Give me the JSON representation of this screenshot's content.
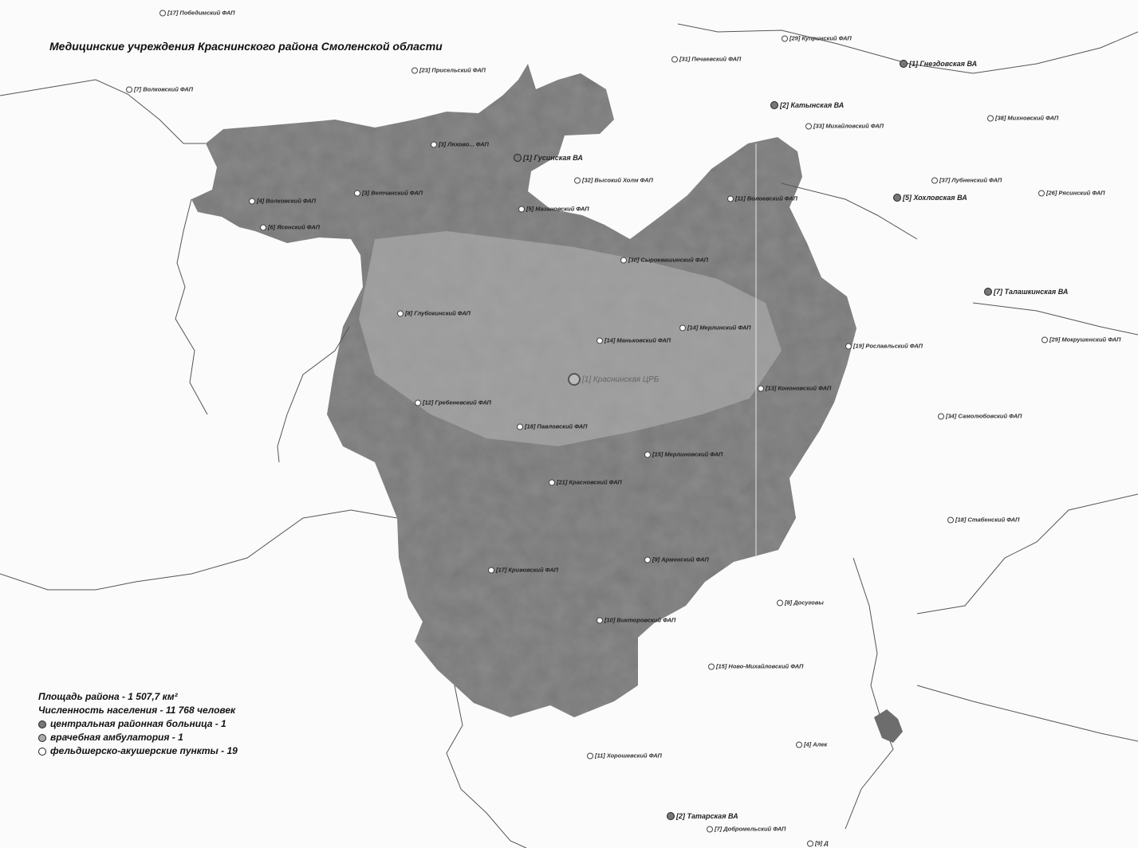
{
  "title": "Медицинские учреждения Краснинского района Смоленской области",
  "labels_inside": [
    {
      "text": "[3] Ляхово... ФАП",
      "kind": "fap"
    },
    {
      "text": "[1] Гусинская ВА",
      "kind": "ba"
    },
    {
      "text": "[4] Волковский ФАП",
      "kind": "fap"
    },
    {
      "text": "[3] Ветчанский ФАП",
      "kind": "fap"
    },
    {
      "text": "[6] Ясенский ФАП",
      "kind": "fap"
    },
    {
      "text": "[5] Мазановский ФАП",
      "kind": "fap"
    },
    {
      "text": "[11] Волоевский ФАП",
      "kind": "fap"
    },
    {
      "text": "[30] Сыроквашинский ФАП",
      "kind": "fap"
    },
    {
      "text": "[8] Глубокинский ФАП",
      "kind": "fap"
    },
    {
      "text": "[14] Мерлинский ФАП",
      "kind": "fap"
    },
    {
      "text": "[14] Маньковский ФАП",
      "kind": "fap"
    },
    {
      "text": "[1] Краснинская ЦРБ",
      "kind": "crb"
    },
    {
      "text": "[13] Кононовский ФАП",
      "kind": "fap"
    },
    {
      "text": "[12] Гребеневский ФАП",
      "kind": "fap"
    },
    {
      "text": "[18] Павловский ФАП",
      "kind": "fap"
    },
    {
      "text": "[15] Мерлиновский ФАП",
      "kind": "fap"
    },
    {
      "text": "[21] Красновский ФАП",
      "kind": "fap"
    },
    {
      "text": "[17] Кривовский ФАП",
      "kind": "fap"
    },
    {
      "text": "[9] Арменский ФАП",
      "kind": "fap"
    },
    {
      "text": "[10] Викторовский ФАП",
      "kind": "fap"
    }
  ],
  "labels_outside": [
    {
      "text": "[17] Победимский ФАП",
      "kind": "fap"
    },
    {
      "text": "[7] Волковский ФАП",
      "kind": "fap"
    },
    {
      "text": "[23] Присельский ФАП",
      "kind": "fap"
    },
    {
      "text": "[31] Печаевский ФАП",
      "kind": "fap"
    },
    {
      "text": "[29] Купринский ФАП",
      "kind": "fap"
    },
    {
      "text": "[1] Гнездовская ВА",
      "kind": "ba"
    },
    {
      "text": "[2] Катынская ВА",
      "kind": "ba"
    },
    {
      "text": "[33] Михайловский ФАП",
      "kind": "fap"
    },
    {
      "text": "[38] Михновский ФАП",
      "kind": "fap"
    },
    {
      "text": "[32] Высокий Холм ФАП",
      "kind": "fap"
    },
    {
      "text": "[37] Лубненский ФАП",
      "kind": "fap"
    },
    {
      "text": "[5] Хохловская ВА",
      "kind": "ba"
    },
    {
      "text": "[26] Рясинский ФАП",
      "kind": "fap"
    },
    {
      "text": "[7] Талашкинская ВА",
      "kind": "ba"
    },
    {
      "text": "[19] Рославльский ФАП",
      "kind": "fap"
    },
    {
      "text": "[29] Мокрушенский ФАП",
      "kind": "fap"
    },
    {
      "text": "[34] Самолюбовский ФАП",
      "kind": "fap"
    },
    {
      "text": "[18] Стабенский ФАП",
      "kind": "fap"
    },
    {
      "text": "[8] Досуговы",
      "kind": "fap"
    },
    {
      "text": "[15] Ново-Михайловский ФАП",
      "kind": "fap"
    },
    {
      "text": "[4] Алек",
      "kind": "fap"
    },
    {
      "text": "[11] Хорошевский ФАП",
      "kind": "fap"
    },
    {
      "text": "[2] Татарская ВА",
      "kind": "ba"
    },
    {
      "text": "[7] Добромельский ФАП",
      "kind": "fap"
    },
    {
      "text": "[9] Д",
      "kind": "fap"
    }
  ],
  "legend": {
    "area": "Площадь района - 1 507,7 км²",
    "population": "Численность населения - 11 768 человек",
    "items": [
      {
        "icon": "crb-symbol-icon",
        "text": "центральная районная больница - 1"
      },
      {
        "icon": "ba-symbol-icon",
        "text": "врачебная амбулатория - 1"
      },
      {
        "icon": "fap-symbol-icon",
        "text": "фельдшерско-акушерские пункты - 19"
      }
    ]
  },
  "colors": {
    "region": "#8a8a8a",
    "background": "#fbfbfb",
    "border_line": "#555555"
  }
}
